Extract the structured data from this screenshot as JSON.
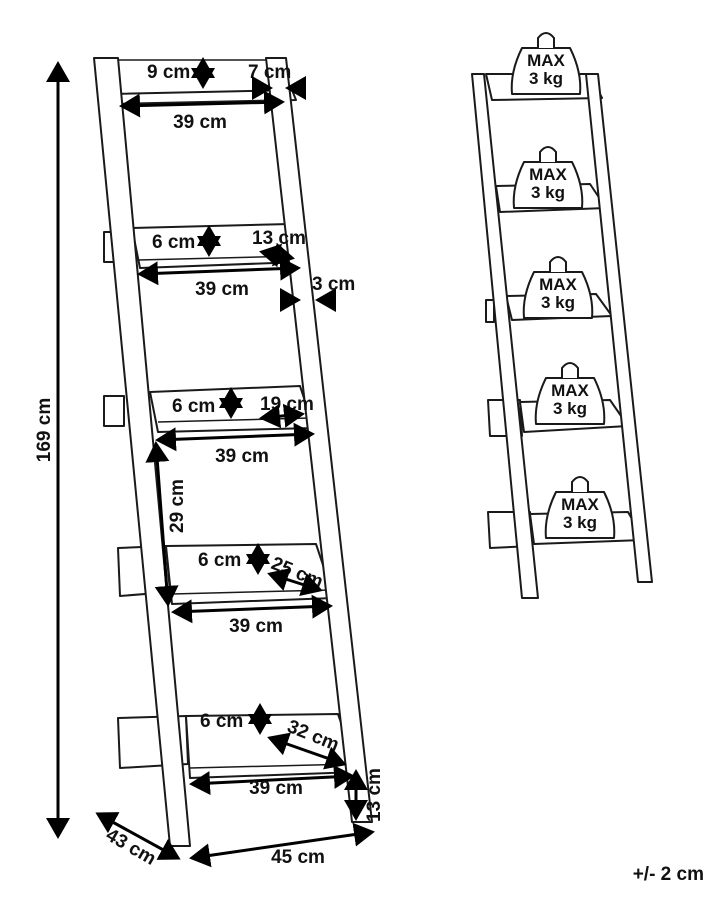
{
  "left_ladder": {
    "total_height": "169 cm",
    "depth": "43 cm",
    "width": "45 cm",
    "leg_gap": "13 cm",
    "shelf_spacing": "29 cm",
    "leg_thickness": "3 cm",
    "shelves": [
      {
        "height": "9 cm",
        "depth": "7 cm",
        "width": "39 cm"
      },
      {
        "height": "6 cm",
        "depth": "13 cm",
        "width": "39 cm"
      },
      {
        "height": "6 cm",
        "depth": "19 cm",
        "width": "39 cm"
      },
      {
        "height": "6 cm",
        "depth": "25 cm",
        "width": "39 cm"
      },
      {
        "height": "6 cm",
        "depth": "32 cm",
        "width": "39 cm"
      }
    ]
  },
  "right_ladder": {
    "weights": [
      {
        "line1": "MAX",
        "line2": "3 kg"
      },
      {
        "line1": "MAX",
        "line2": "3 kg"
      },
      {
        "line1": "MAX",
        "line2": "3 kg"
      },
      {
        "line1": "MAX",
        "line2": "3 kg"
      },
      {
        "line1": "MAX",
        "line2": "3 kg"
      }
    ]
  },
  "tolerance": "+/- 2 cm",
  "colors": {
    "line": "#1a1a1a",
    "background": "#ffffff"
  }
}
